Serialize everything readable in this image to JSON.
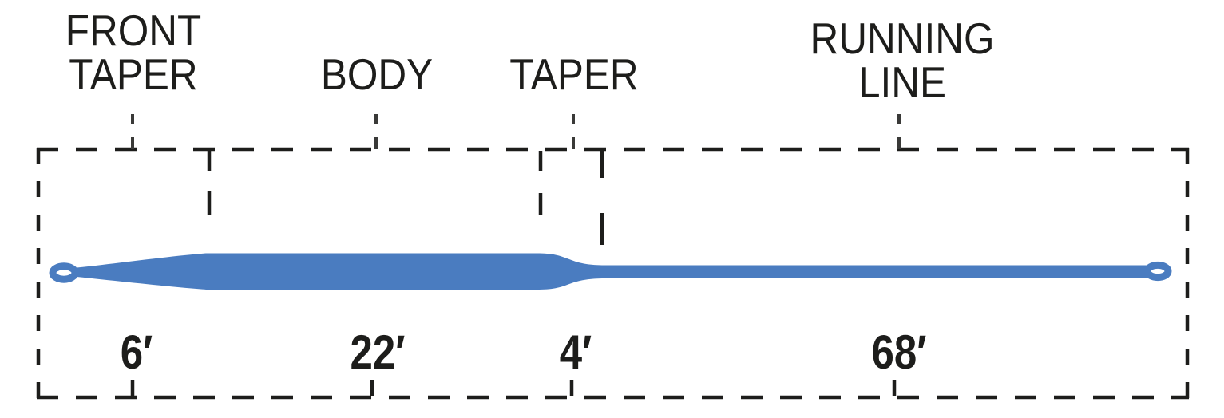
{
  "diagram_type": "fly-line-taper-profile",
  "colors": {
    "line_blue": "#4a7cc0",
    "ink": "#1d1d1b",
    "background": "#ffffff"
  },
  "sections": [
    {
      "id": "front-taper",
      "label": "FRONT TAPER",
      "label_line1": "FRONT",
      "label_line2": "TAPER",
      "length_feet": 6,
      "length_label": "6′"
    },
    {
      "id": "body",
      "label": "BODY",
      "label_line1": "BODY",
      "label_line2": "",
      "length_feet": 22,
      "length_label": "22′"
    },
    {
      "id": "taper",
      "label": "TAPER",
      "label_line1": "TAPER",
      "label_line2": "",
      "length_feet": 4,
      "length_label": "4′"
    },
    {
      "id": "running-line",
      "label": "RUNNING LINE",
      "label_line1": "RUNNING",
      "label_line2": "LINE",
      "length_feet": 68,
      "length_label": "68′"
    }
  ],
  "parts": {
    "left_tip": "welded-loop",
    "right_tip": "welded-loop"
  }
}
